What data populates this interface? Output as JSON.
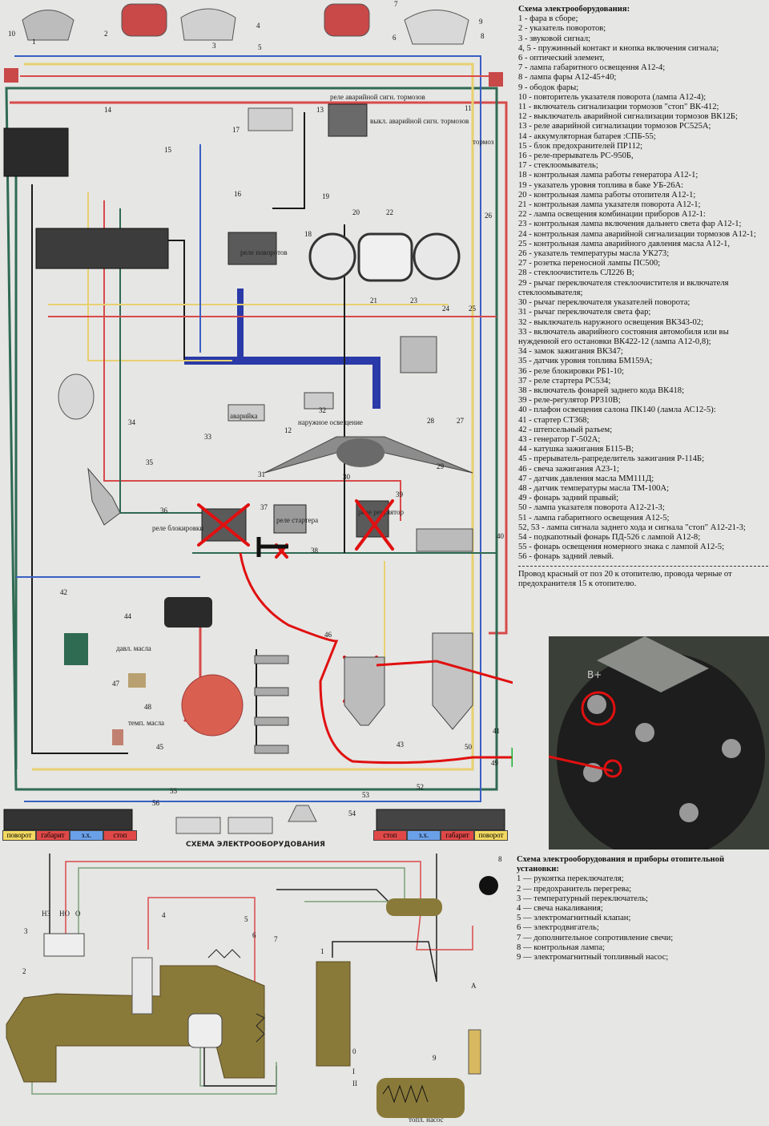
{
  "legend": {
    "title": "Схема электрооборудования:",
    "items": [
      "1  - фара в сборе;",
      "2  - указатель поворотов;",
      "3  - звуковой сигнал;",
      "4, 5 - пружинный контакт и кнопка включения сигнала;",
      "6  - оптический элемент,",
      "7  - лампа габаритного освещення А12-4;",
      "8  - лампа фары А12-45+40;",
      "9  - ободок фары;",
      "10 - повторитель указателя поворота (лампа А12-4);",
      "11 - включатель сигнализации тормозов \"стоп\" ВК-412;",
      "12 - выключатель аварийной сигнализации тормозов ВК12Б;",
      "13 - реле аварийной сигнализации тормозов РС525А;",
      "14 - аккумуляторная батарея :СПБ-55;",
      "15 - блок предохранителей ПР112;",
      "16 - реле-прерыватель РС-950Б,",
      "17 - стеклоомыватель;",
      "18 - контрольная лампа работы генератора А12-1;",
      "19 - указатель уровня топлива в баке УБ-26А:",
      "20 - контрольная лампа работы отопителя А12-1;",
      "21 - контрольная лампа указателя поворота А12-1;",
      "22 - лампа освещения комбинации приборов А12-1:",
      "23 - контрольная лампа включения дальнего света фар А12-1;",
      "24 - контрольная лампа аварийной сигнализации тормозов А12-1;",
      "25 - контрольная лампа аварийного давления масла А12-1,",
      "26 - указатель температуры масла УК273;",
      "27 - розетка переносной лампы ПС500;",
      "28 - стеклоочиститель СЛ226 В;",
      "29 - рычаг переключателя стеклоочистителя и включателя стеклоомывателя;",
      "30 - рычаг переключателя указателей поворота;",
      "31 - рычаг переключателя света фар;",
      "32 - выключатель наружного освещения ВК343-02;",
      "33 - включатель аварийного состояния автомобиля или вы нужденной его остановки ВК422-12 (лампа А12-0,8);",
      "34 - замок зажигания ВК347;",
      "35 - датчик уровня топлива БМ159А;",
      "36 - реле блокировки РБ1-10;",
      "37 - реле стартера РС534;",
      "38 - включатель фонарей заднего кода ВК418;",
      "39 - реле-регулятор РР310В;",
      "40 - плафон освещения салона ПК140 (ламла АС12-5):",
      "41 - стартер СТ368;",
      "42 - штепсельный разъем;",
      "43 - генератор Г-502А;",
      "44 - катушка зажигания Б115-В;",
      "45 - прерыватель-рапределитель зажигания Р-114Б;",
      "46 - свеча зажигания А23-1;",
      "47 - датчик давления масла ММ111Д;",
      "48 - датчик температуры масла ТМ-100А;",
      "49 - фонарь задний правый;",
      "50 - лампа указателя поворота А12-21-3;",
      "51 - лампа габаритного освещения А12-5;",
      "52, 53 - лампа сигнала заднего хода и сигнала \"стоп\" А12-21-3;",
      "54 - подкапотный фонарь ПД-526 с лампой А12-8;",
      "55 - фонарь освещения номерного знака с лампой А12-5;",
      "56 - фонарь задний левый."
    ],
    "note": "Провод красный от поз 20 к отопителю, провода черные от предохранителя 15 к отопителю."
  },
  "legend2": {
    "title": "Схема электрооборудования и приборы отопительной установки:",
    "items": [
      "1 — рукоятка переключателя;",
      "2 — предохранитель перегрева;",
      "3 — температурный переключатель;",
      "4 — свеча накаливания;",
      "5 — электромагнитный клапан;",
      "6 — электродвигатель;",
      "7 — дополнительное сопротивление свечи;",
      "8 — контрольная лампа;",
      "9 — электромагнитный топливный насос;"
    ]
  },
  "diagram": {
    "caption": "СХЕМА ЭЛЕКТРООБОРУДОВАНИЯ",
    "labels": {
      "relay_turn": "реле поворотов",
      "hazard": "аварийка",
      "exterior_light": "наружное освещение",
      "relay_block": "реле блокировки",
      "relay_starter": "реле стартера",
      "relay_reg": "реле регулятор",
      "oil_pressure": "давл. масла",
      "oil_temp": "темп. масла",
      "brake": "тормоз",
      "brake_switch": "выкл. аварийной сигн. тормозов",
      "brake_relay": "реле аварийной сигн. тормозов"
    },
    "rear_left_tags": [
      "поворот",
      "габарит",
      "з.х.",
      "стоп"
    ],
    "rear_right_tags": [
      "стоп",
      "з.х.",
      "габарит",
      "поворот"
    ],
    "numbers": [
      "1",
      "2",
      "3",
      "4",
      "5",
      "6",
      "7",
      "8",
      "9",
      "10",
      "11",
      "12",
      "13",
      "14",
      "15",
      "16",
      "17",
      "18",
      "19",
      "20",
      "21",
      "22",
      "23",
      "24",
      "25",
      "26",
      "27",
      "28",
      "29",
      "30",
      "31",
      "32",
      "33",
      "34",
      "35",
      "36",
      "37",
      "38",
      "39",
      "40",
      "41",
      "42",
      "43",
      "44",
      "45",
      "46",
      "47",
      "48",
      "49",
      "50",
      "52",
      "53",
      "54",
      "55",
      "56"
    ]
  },
  "heater": {
    "switch_labels": [
      "НЗ",
      "НО",
      "О"
    ],
    "positions": [
      "0",
      "I",
      "II"
    ],
    "terminal": "А",
    "pump_label": "топл. насос",
    "numbers": [
      "1",
      "2",
      "3",
      "4",
      "5",
      "6",
      "7",
      "8",
      "9"
    ]
  },
  "photo": {
    "terminal_label": "B+"
  },
  "colors": {
    "wire_red": "#d84a4a",
    "wire_green": "#2f6a52",
    "wire_blue": "#3a5fc4",
    "wire_yellow": "#e8d070",
    "wire_black": "#1a1a1a",
    "annotation_red": "#e01010",
    "annotation_green": "#18b030",
    "tag_yellow": "#f2d860",
    "tag_red": "#e04848",
    "tag_blue": "#6aa0e8",
    "panel_olive": "#8a7a3a"
  }
}
